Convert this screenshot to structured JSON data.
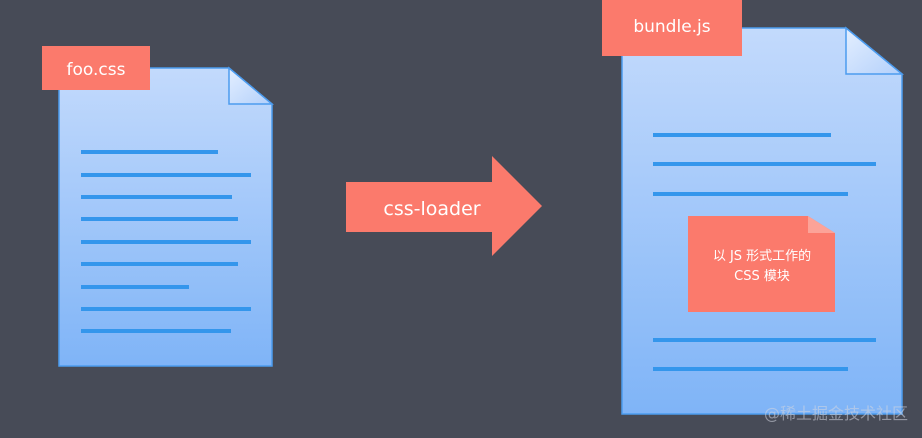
{
  "colors": {
    "background": "#474b57",
    "doc_fill_top": "#c8defc",
    "doc_fill_bottom": "#7eb3f7",
    "doc_stroke": "#4c9cef",
    "text_line": "#3496ec",
    "tag": "#fb7a6c",
    "arrow": "#fb7a6c"
  },
  "source_file": {
    "label": "foo.css"
  },
  "transform": {
    "label": "css-loader"
  },
  "output_file": {
    "label": "bundle.js",
    "module_note": {
      "line1": "以 JS 形式工作的",
      "line2": "CSS 模块"
    }
  },
  "watermark": "@稀土掘金技术社区"
}
